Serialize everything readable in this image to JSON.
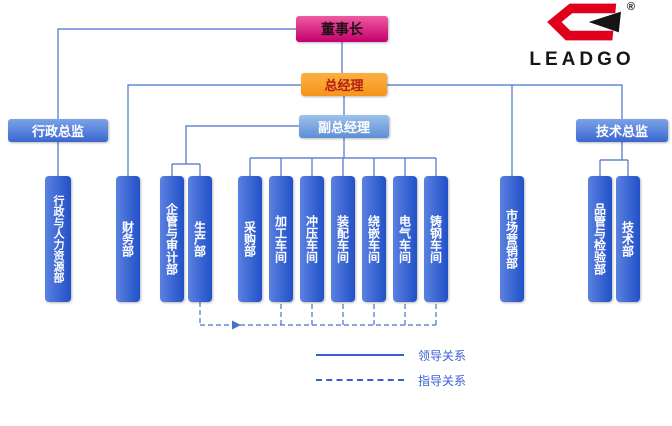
{
  "nodes": {
    "chairman": "董事长",
    "general_manager": "总经理",
    "deputy_general_manager": "副总经理",
    "admin_director": "行政总监",
    "tech_director": "技术总监"
  },
  "departments": [
    "行政与人力资源部",
    "财务部",
    "企管与审计部",
    "生产部",
    "采购部",
    "加工车间",
    "冲压车间",
    "装配车间",
    "绕嵌车间",
    "电气车间",
    "铸钢车间",
    "市场营销部",
    "品管与检验部",
    "技术部"
  ],
  "legend": {
    "solid": "领导关系",
    "dashed": "指导关系"
  },
  "logo": {
    "text": "LEADGO",
    "registered": "®"
  },
  "colors": {
    "chairman_bg": "#c4006d",
    "gm_bg": "#f7941d",
    "dept_blue": "#2150c8",
    "line_blue": "#4a72cc",
    "logo_red": "#e0001b"
  }
}
